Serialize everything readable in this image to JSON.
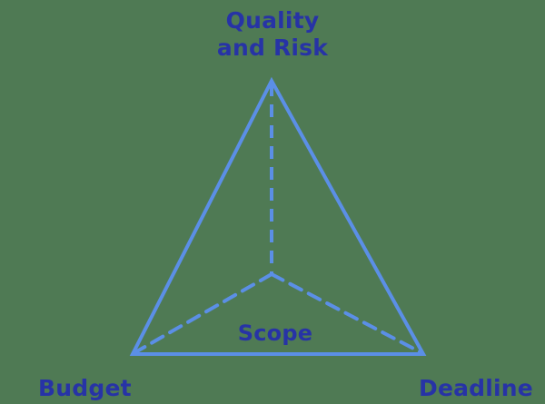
{
  "diagram": {
    "type": "project-management-triangle",
    "colors": {
      "background": "#4f7a54",
      "lines": "#5b8fe6",
      "text": "#2733a6"
    },
    "vertices": {
      "top": {
        "label_line1": "Quality",
        "label_line2": "and Risk"
      },
      "bottom_left": {
        "label": "Budget"
      },
      "bottom_right": {
        "label": "Deadline"
      }
    },
    "center": {
      "label": "Scope"
    }
  }
}
